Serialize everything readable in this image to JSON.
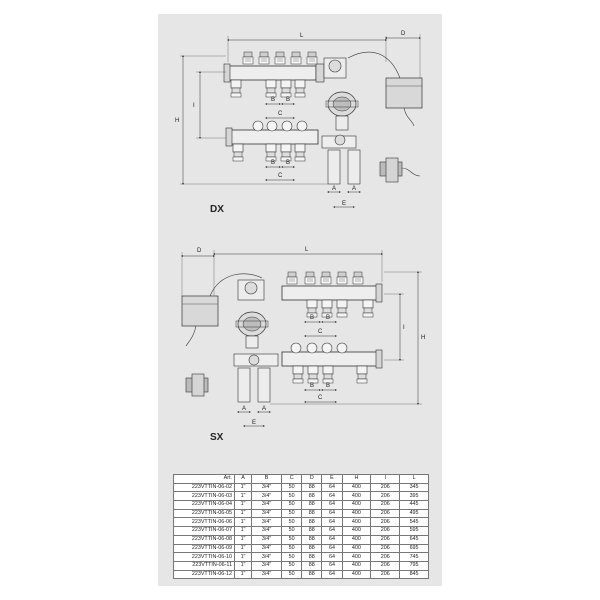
{
  "views": {
    "dx": {
      "title": "DX",
      "dims": {
        "L": "L",
        "D": "D",
        "H": "H",
        "I": "I",
        "B": "B",
        "C": "C",
        "A": "A",
        "E": "E"
      }
    },
    "sx": {
      "title": "SX",
      "dims": {
        "L": "L",
        "D": "D",
        "H": "H",
        "I": "I",
        "B": "B",
        "C": "C",
        "A": "A",
        "E": "E"
      }
    }
  },
  "table": {
    "headers": [
      "Art.",
      "A",
      "B",
      "C",
      "D",
      "E",
      "H",
      "I",
      "L"
    ],
    "rows": [
      [
        "223VTTIN-06-02",
        "1\"",
        "3/4\"",
        "50",
        "88",
        "64",
        "400",
        "206",
        "345"
      ],
      [
        "223VTTIN-06-03",
        "1\"",
        "3/4\"",
        "50",
        "88",
        "64",
        "400",
        "206",
        "395"
      ],
      [
        "223VTTIN-06-04",
        "1\"",
        "3/4\"",
        "50",
        "88",
        "64",
        "400",
        "206",
        "445"
      ],
      [
        "223VTTIN-06-05",
        "1\"",
        "3/4\"",
        "50",
        "88",
        "64",
        "400",
        "206",
        "495"
      ],
      [
        "223VTTIN-06-06",
        "1\"",
        "3/4\"",
        "50",
        "88",
        "64",
        "400",
        "206",
        "545"
      ],
      [
        "223VTTIN-06-07",
        "1\"",
        "3/4\"",
        "50",
        "88",
        "64",
        "400",
        "206",
        "595"
      ],
      [
        "223VTTIN-06-08",
        "1\"",
        "3/4\"",
        "50",
        "88",
        "64",
        "400",
        "206",
        "645"
      ],
      [
        "223VTTIN-06-09",
        "1\"",
        "3/4\"",
        "50",
        "88",
        "64",
        "400",
        "206",
        "695"
      ],
      [
        "223VTTIN-06-10",
        "1\"",
        "3/4\"",
        "50",
        "88",
        "64",
        "400",
        "206",
        "745"
      ],
      [
        "223VTTIN-06-11",
        "1\"",
        "3/4\"",
        "50",
        "88",
        "64",
        "400",
        "206",
        "795"
      ],
      [
        "223VTTIN-06-12",
        "1\"",
        "3/4\"",
        "50",
        "88",
        "64",
        "400",
        "206",
        "845"
      ]
    ]
  }
}
